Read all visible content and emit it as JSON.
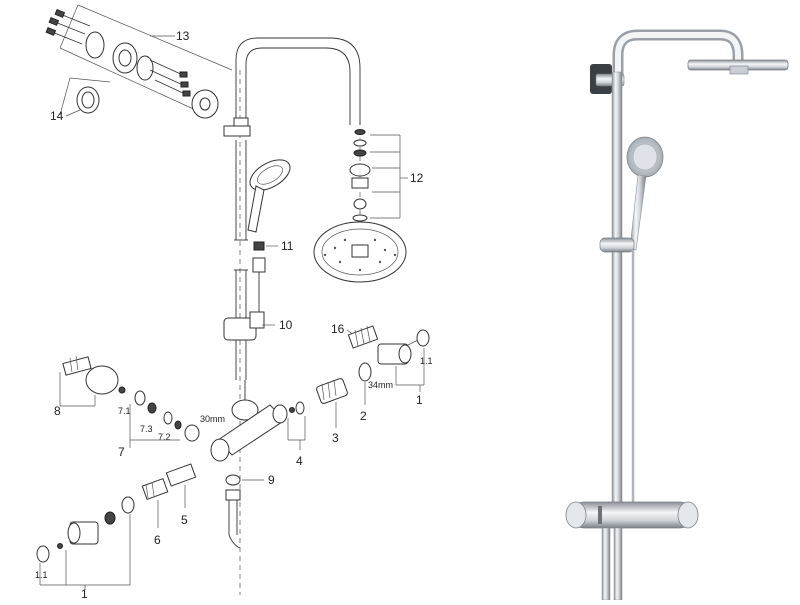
{
  "diagram": {
    "callouts": {
      "c1_right": "1",
      "c1_1_right": "1.1",
      "c2": "2",
      "c3": "3",
      "c4": "4",
      "c5": "5",
      "c6": "6",
      "c7": "7",
      "c7_1": "7.1",
      "c7_2": "7.2",
      "c7_3": "7.3",
      "c8": "8",
      "c9": "9",
      "c10": "10",
      "c11": "11",
      "c12": "12",
      "c13": "13",
      "c14": "14",
      "c16": "16",
      "c1_left": "1",
      "c1_1_left": "1.1"
    },
    "dimensions": {
      "d30": "30mm",
      "d34": "34mm"
    }
  },
  "colors": {
    "chrome_light": "#f4f6f8",
    "chrome_mid": "#c9ced4",
    "chrome_dark": "#8a9096",
    "line": "#333333"
  }
}
